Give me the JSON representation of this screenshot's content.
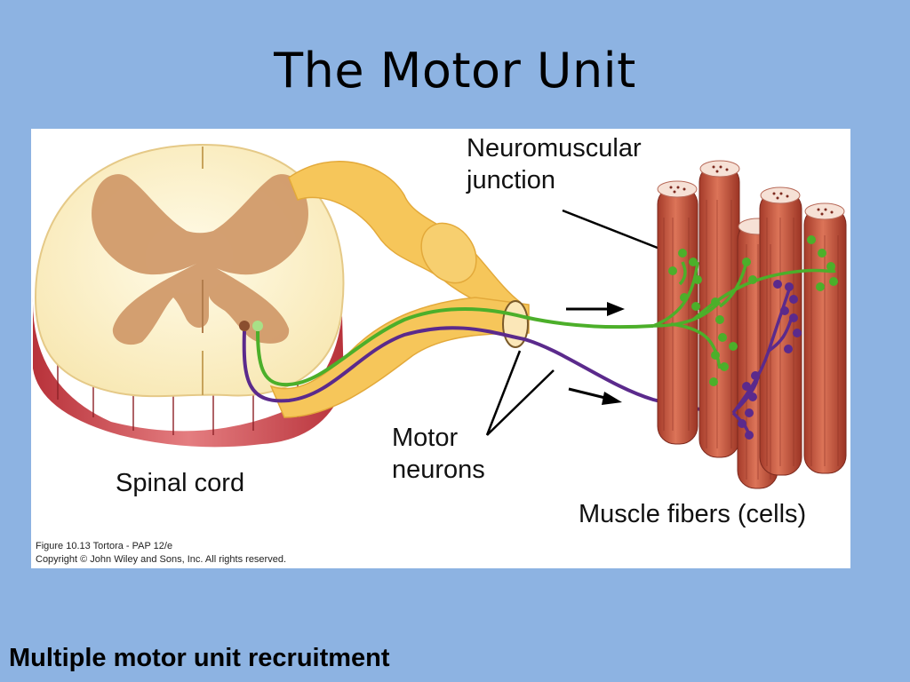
{
  "slide": {
    "title": "The Motor Unit",
    "footer": "Multiple motor unit recruitment"
  },
  "figure": {
    "labels": {
      "neuromuscular_junction": [
        "Neuromuscular",
        "junction"
      ],
      "motor_neurons": [
        "Motor",
        "neurons"
      ],
      "spinal_cord": "Spinal cord",
      "muscle_fibers": "Muscle fibers (cells)"
    },
    "caption": [
      "Figure 10.13  Tortora - PAP 12/e",
      "Copyright © John Wiley and Sons, Inc. All rights reserved."
    ]
  },
  "colors": {
    "background": "#8db3e2",
    "neuron_green": "#4caf2a",
    "neuron_purple": "#5b2a8c",
    "muscle_red": "#c9553f",
    "gray_matter": "#d19a6a",
    "white_matter": "#fdf3cf",
    "nerve_yellow": "#f6c65a"
  }
}
